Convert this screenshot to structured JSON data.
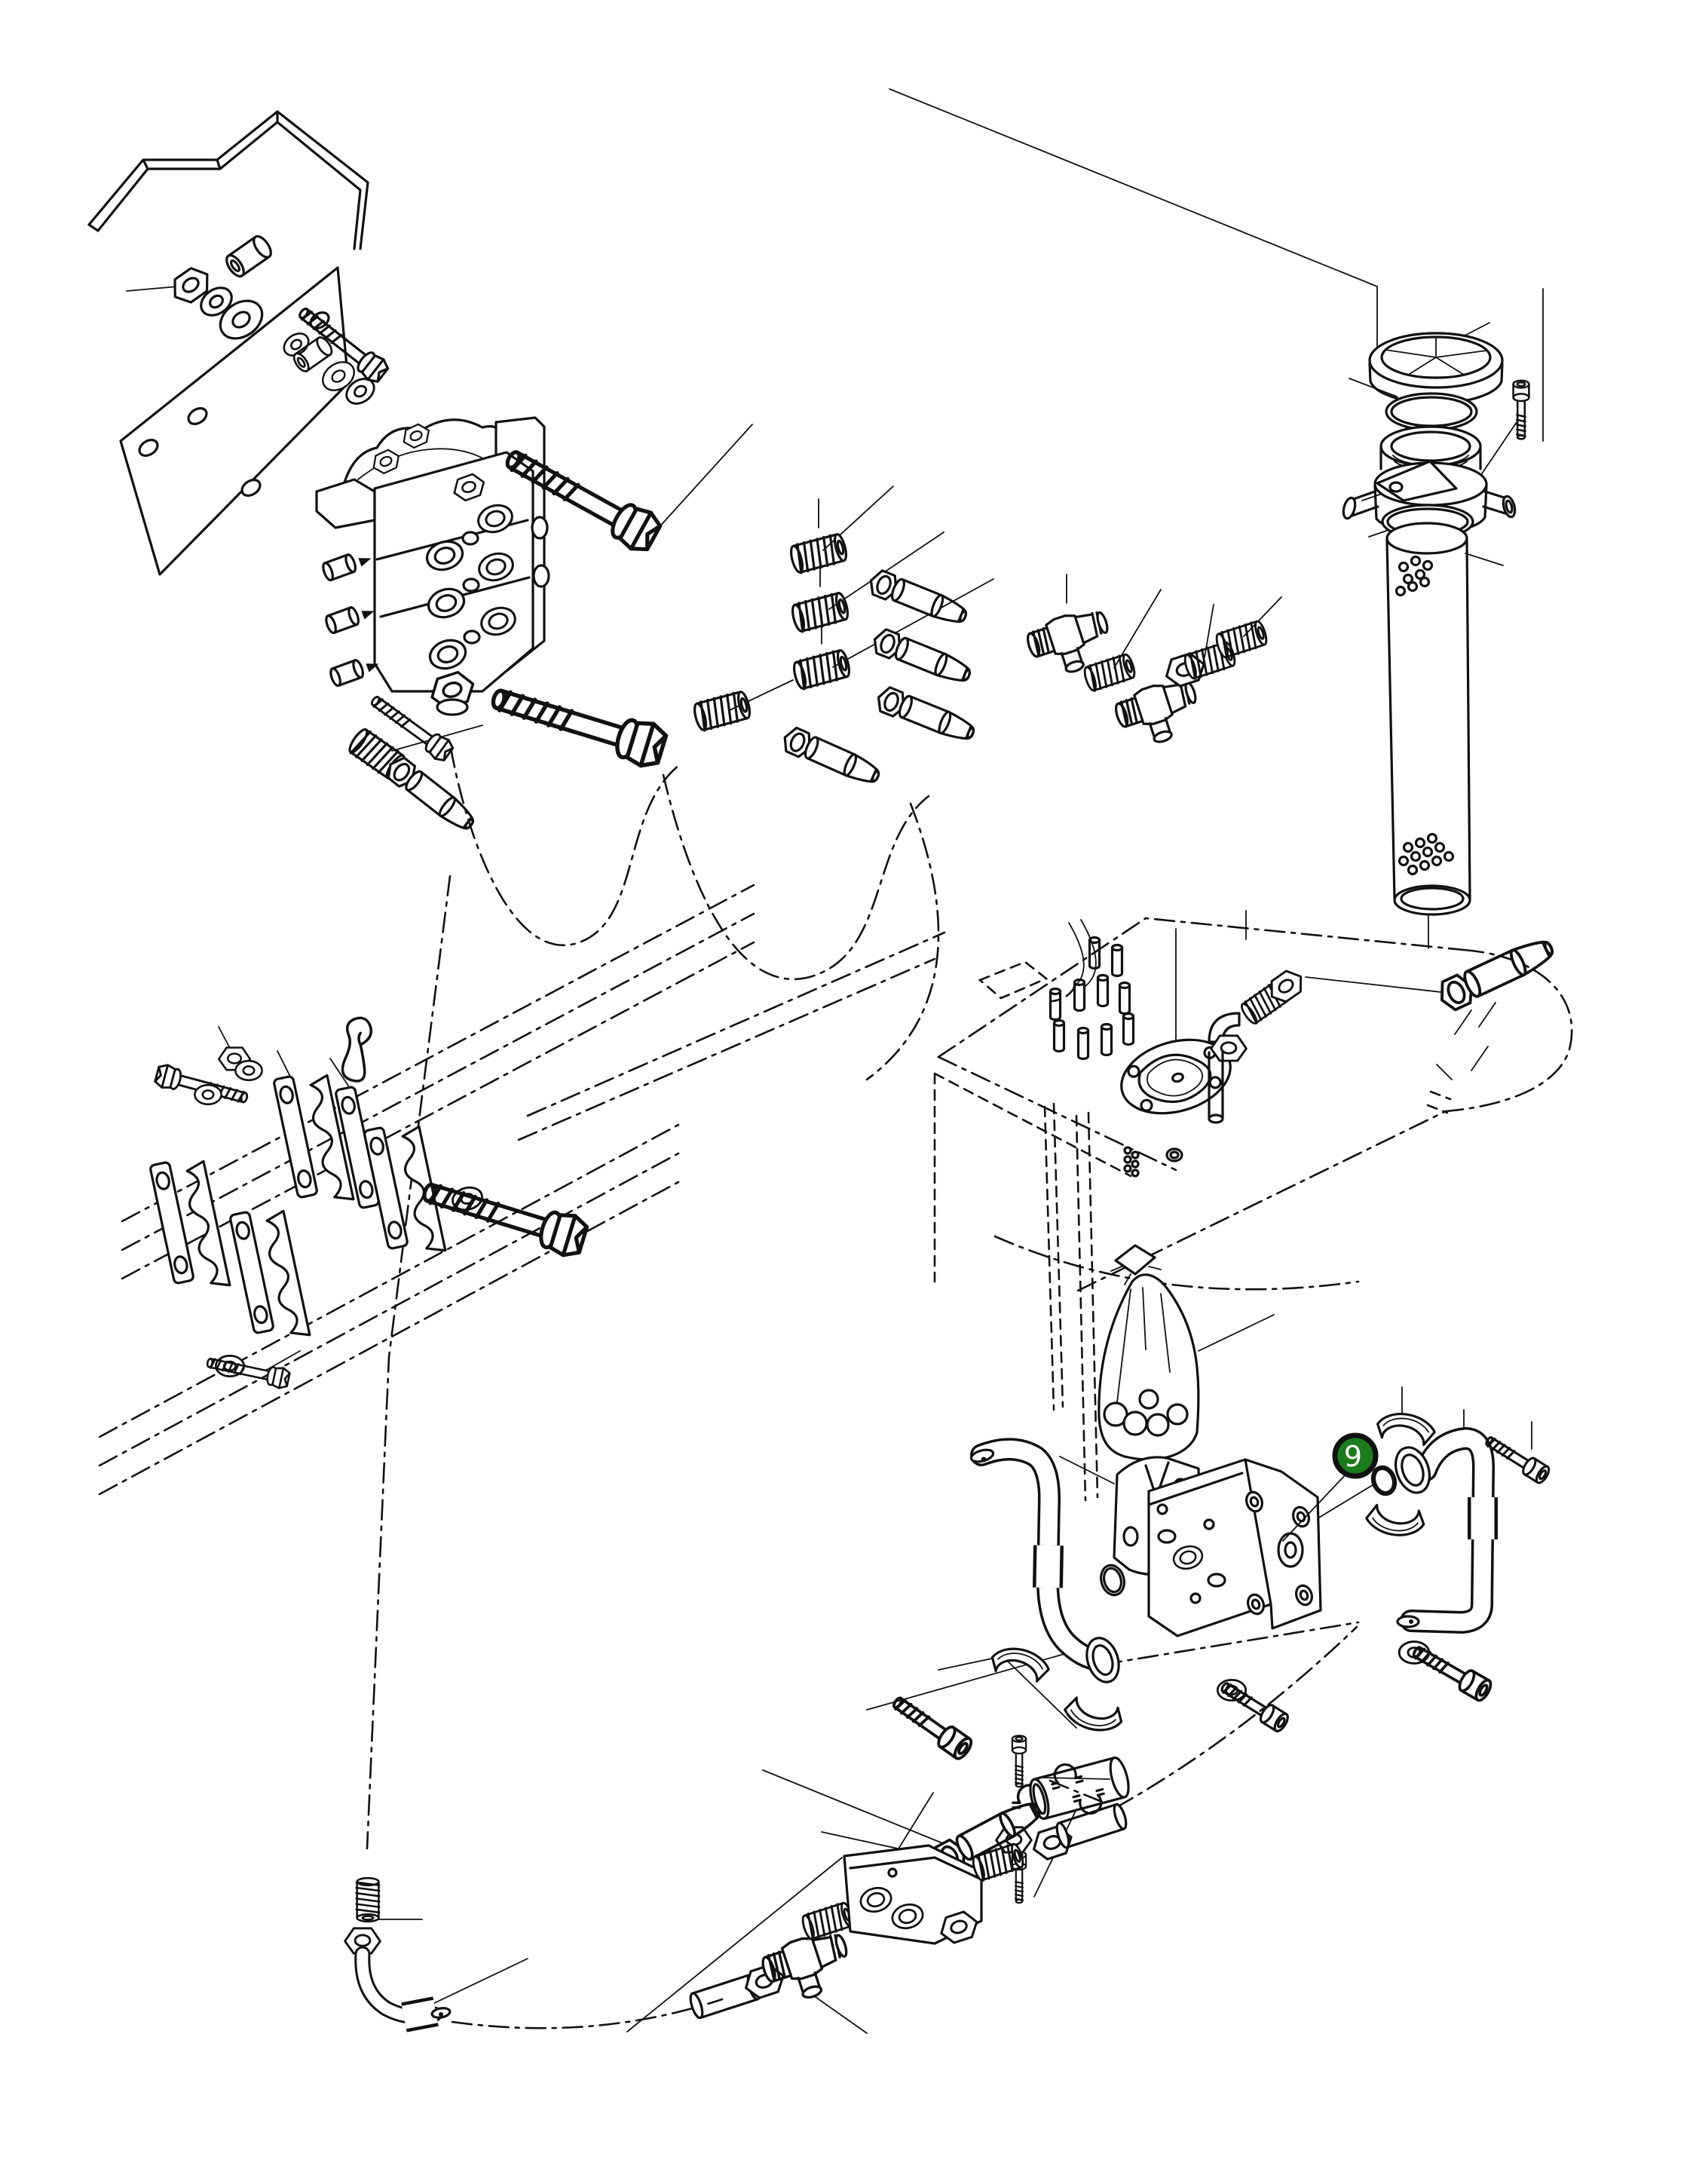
{
  "diagram": {
    "type": "exploded-parts-diagram",
    "subject": "hydraulic piping, control valve, oil filler strainer, tank and gear pump",
    "background": "#ffffff",
    "ink": "#111111",
    "callout": {
      "label": "9",
      "fill": "#1b7c1b",
      "ring": "#111111",
      "text_color": "#ffffff"
    }
  }
}
